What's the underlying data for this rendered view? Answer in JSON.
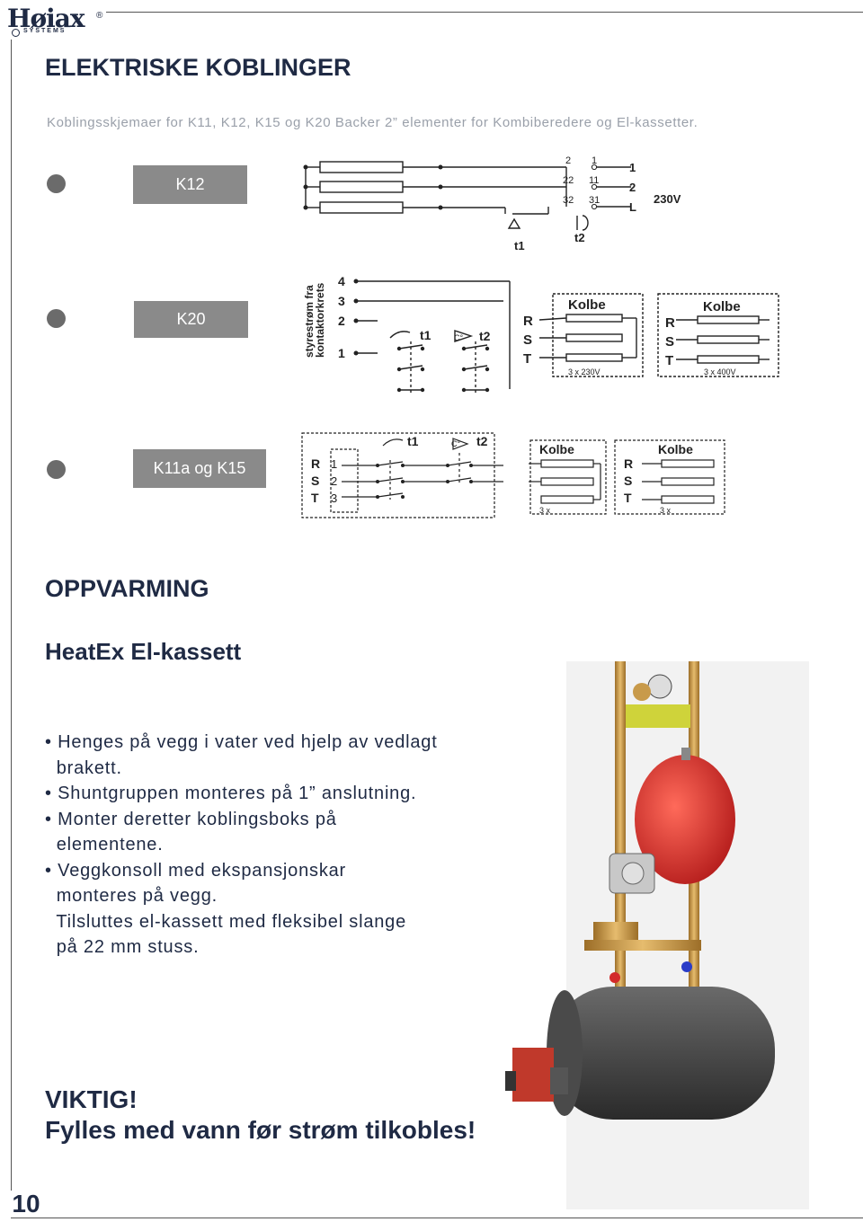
{
  "brand": {
    "name": "Høiax",
    "reg": "®",
    "sub": "SYSTEMS"
  },
  "title": "ELEKTRISKE KOBLINGER",
  "subtitle": "Koblingsskjemaer for K11, K12, K15 og K20 Backer 2” elementer for Kombiberedere og El-kassetter.",
  "diagrams": {
    "k12": {
      "label": "K12",
      "terminals_top": [
        "2",
        "1"
      ],
      "terminals_mid": [
        "22",
        "11"
      ],
      "terminals_bot": [
        "32",
        "31"
      ],
      "lines": [
        "1",
        "2",
        "L"
      ],
      "voltage": "230V",
      "t1": "t1",
      "t2": "t2"
    },
    "k20": {
      "label": "K20",
      "side_text": [
        "styrestrøm fra",
        "kontaktorkrets"
      ],
      "numbers": [
        "4",
        "3",
        "2",
        "1"
      ],
      "t1": "t1",
      "t2": "t2",
      "c": "C°",
      "rst": [
        "R",
        "S",
        "T"
      ],
      "kolbe": "Kolbe",
      "v1": "3 x 230V",
      "v2": "3 x 400V"
    },
    "k11": {
      "label": "K11a og K15",
      "rst": [
        "R",
        "S",
        "T"
      ],
      "numbers": [
        "1",
        "2",
        "3"
      ],
      "t1": "t1",
      "t2": "t2",
      "c": "C°",
      "kolbe": "Kolbe",
      "x3": "3 x"
    }
  },
  "section": "OPPVARMING",
  "product": "HeatEx El-kassett",
  "bullets": [
    "• Henges på vegg i vater ved hjelp av vedlagt",
    "  brakett.",
    "• Shuntgruppen monteres på 1” anslutning.",
    "• Monter deretter koblingsboks på",
    "  elementene.",
    "• Veggkonsoll med ekspansjonskar",
    "  monteres på vegg.",
    "  Tilsluttes el-kassett med fleksibel slange",
    "  på 22 mm stuss."
  ],
  "warning": {
    "line1": "VIKTIG!",
    "line2": "Fylles med vann før strøm tilkobles!"
  },
  "page_number": "10",
  "colors": {
    "navy": "#1f2a44",
    "label_gray": "#8a8a8a",
    "tank_red": "#d32a2a",
    "tank_black": "#3a3a3a",
    "pipe_copper": "#c89a4a"
  }
}
